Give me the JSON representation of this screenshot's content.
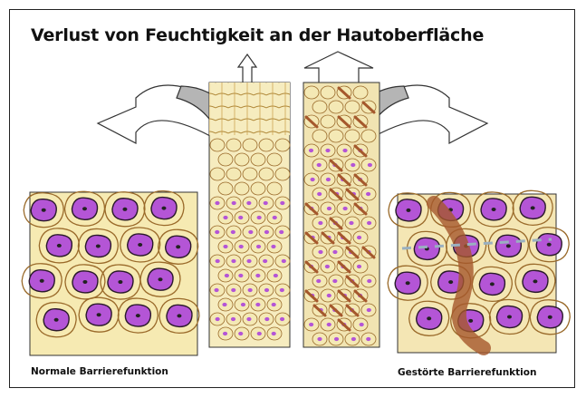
{
  "title": "Verlust von Feuchtigkeit an der Hautoberfläche",
  "captions": {
    "left": "Normale Barrierefunktion",
    "right": "Gestörte Barrierefunktion"
  },
  "colors": {
    "cytoplasm": "#f4e9b5",
    "nucleus": "#b455d6",
    "cell_border": "#9a6a2a",
    "damage": "#a5582c",
    "arrow_fill": "#bdbdbd"
  }
}
